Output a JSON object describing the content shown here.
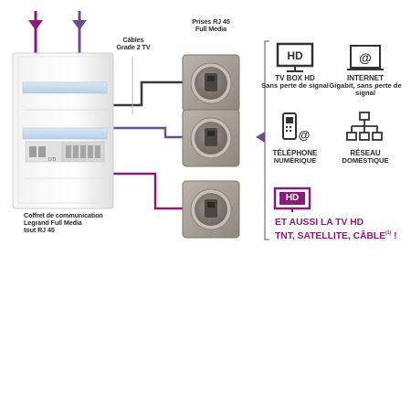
{
  "labels": {
    "prises": [
      "Prises RJ 45",
      "Full Media"
    ],
    "cables": [
      "Câbles",
      "Grade 2 TV"
    ],
    "coffret": [
      "Coffret de communication",
      "Legrand Full Media",
      "tout RJ 45"
    ],
    "panel_tag": "DTI"
  },
  "services": [
    {
      "icon": "hd-tv-icon",
      "title": "TV BOX HD",
      "subtitle": "Sans perte de signal"
    },
    {
      "icon": "at-sign-icon",
      "title": "INTERNET",
      "subtitle": "Gigabit, sans perte de signal"
    },
    {
      "icon": "phone-icon",
      "title": "TÉLÉPHONE",
      "subtitle": "NUMÉRIQUE"
    },
    {
      "icon": "network-icon",
      "title": "RÉSEAU",
      "subtitle": "DOMESTIQUE"
    }
  ],
  "tv_banner": {
    "hd_badge": "HD",
    "line1": "ET AUSSI LA TV HD",
    "line2": "TNT, SATELLITE, CÂBLE",
    "footnote": "(1)",
    "suffix": " !"
  },
  "colors": {
    "magenta": "#8c1a78",
    "violet": "#6b4f8c",
    "dark": "#3a3a3a",
    "accent_blue": "#c9dff0"
  }
}
